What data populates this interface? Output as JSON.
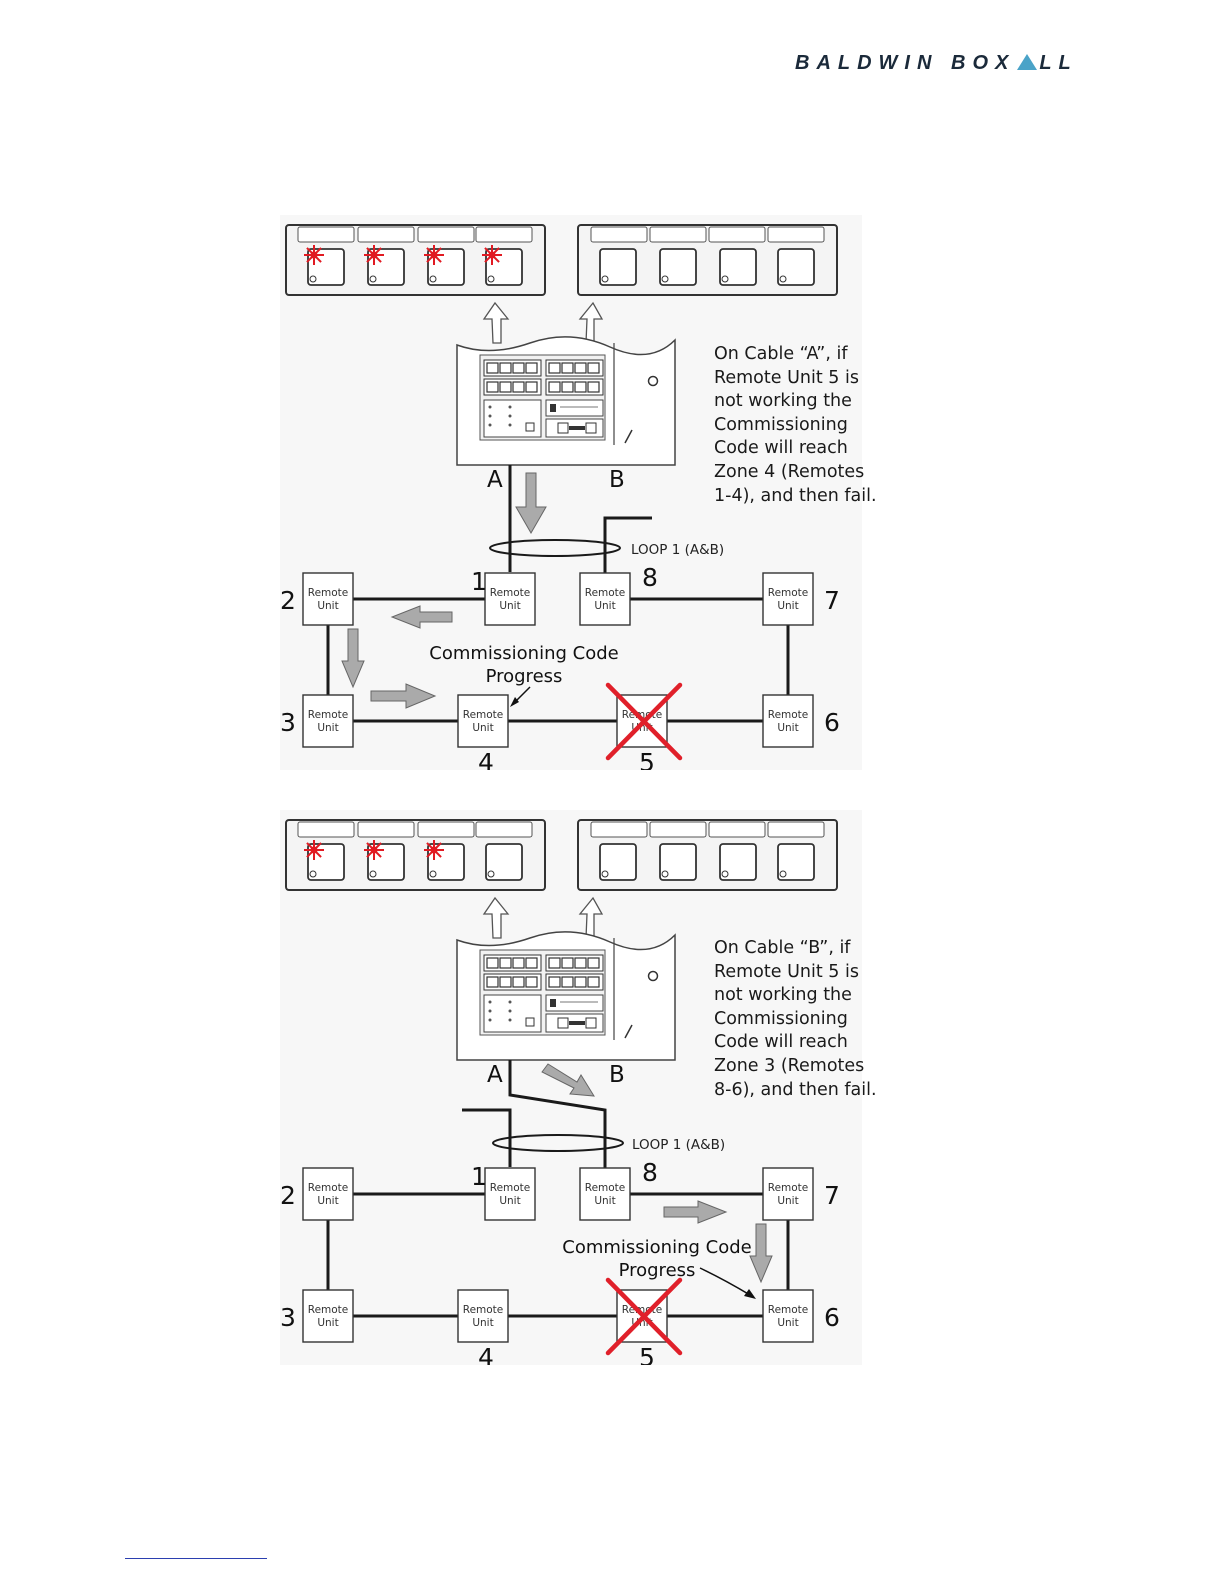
{
  "header": {
    "brand_left": "BALDWIN",
    "brand_mid": "BOX",
    "brand_right": "LL"
  },
  "unit_label": {
    "line1": "Remote",
    "line2": "Unit"
  },
  "diagram_a": {
    "cable_a": "A",
    "cable_b": "B",
    "loop_label": "LOOP 1 (A&B)",
    "progress_line1": "Commissioning Code",
    "progress_line2": "Progress",
    "unit_numbers": {
      "u1": "1",
      "u2": "2",
      "u3": "3",
      "u4": "4",
      "u5": "5",
      "u6": "6",
      "u7": "7",
      "u8": "8"
    },
    "note_lines": [
      "On Cable “A”, if",
      "Remote Unit 5 is",
      "not working the",
      "Commissioning",
      "Code will reach",
      "Zone 4 (Remotes",
      "1-4), and then fail."
    ],
    "lit_zones": 4
  },
  "diagram_b": {
    "cable_a": "A",
    "cable_b": "B",
    "loop_label": "LOOP 1 (A&B)",
    "progress_line1": "Commissioning Code",
    "progress_line2": "Progress",
    "unit_numbers": {
      "u1": "1",
      "u2": "2",
      "u3": "3",
      "u4": "4",
      "u5": "5",
      "u6": "6",
      "u7": "7",
      "u8": "8"
    },
    "note_lines": [
      "On Cable “B”, if",
      "Remote Unit 5 is",
      "not working the",
      "Commissioning",
      "Code will reach",
      "Zone 3 (Remotes",
      "8-6), and then fail."
    ],
    "lit_zones": 3
  },
  "colors": {
    "fault_cross": "#e0202a",
    "led_lit": "#e11a22",
    "arrow_fill": "#aaaaaa",
    "brand_triangle": "#4aa3c8"
  }
}
